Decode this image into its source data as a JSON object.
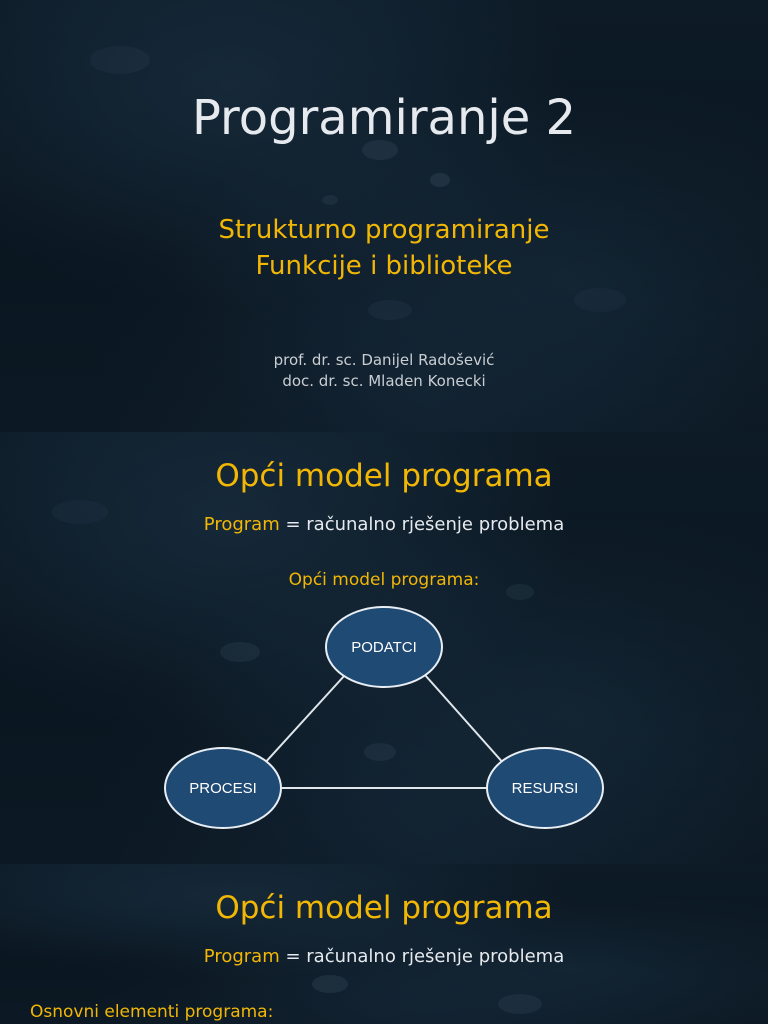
{
  "slide1": {
    "title": "Programiranje 2",
    "subtitle_lines": [
      "Strukturno programiranje",
      "Funkcije i biblioteke"
    ],
    "authors": [
      "prof. dr. sc. Danijel Radošević",
      "doc. dr. sc. Mladen Konecki"
    ]
  },
  "slide2": {
    "heading": "Opći model programa",
    "definition": {
      "term": "Program",
      "rest": " = računalno rješenje problema"
    },
    "diagram_label": "Opći model programa:",
    "nodes": {
      "top": "PODATCI",
      "left": "PROCESI",
      "right": "RESURSI"
    }
  },
  "slide3": {
    "heading": "Opći model programa",
    "definition": {
      "term": "Program",
      "rest": " = računalno rješenje problema"
    },
    "elements_label": "Osnovni elementi programa:"
  },
  "colors": {
    "background": "#0b1722",
    "accent": "#f2b705",
    "text": "#e6eaee",
    "node_fill": "#1f4a74",
    "node_stroke": "#e8eef4"
  }
}
